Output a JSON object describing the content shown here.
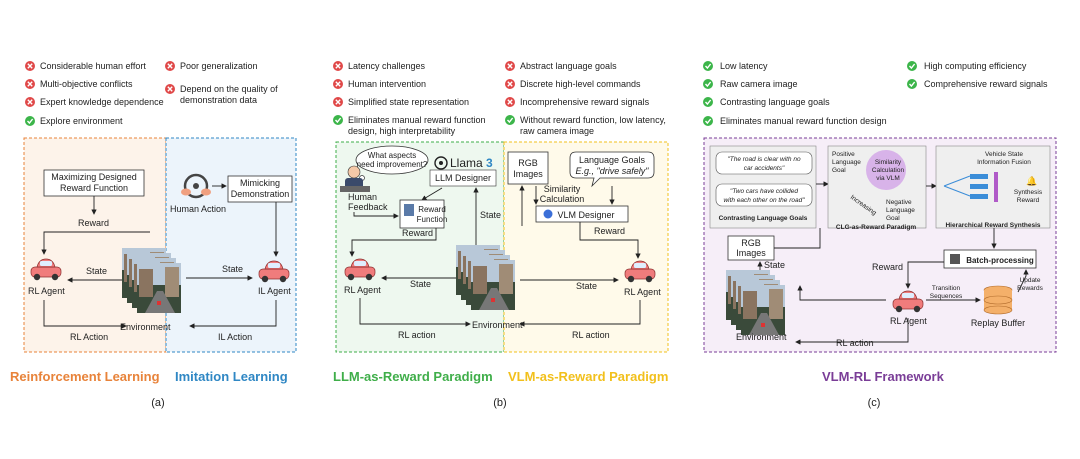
{
  "colors": {
    "red": "#e04848",
    "green": "#3cb54a",
    "rl": "#e8833a",
    "il": "#2f87c4",
    "llm": "#3fae49",
    "vlm": "#f2c01c",
    "vlmrl": "#7a3d97",
    "car": "#f07c7c"
  },
  "panel_a": {
    "items_left": [
      {
        "icon": "red-x",
        "text": "Considerable human effort"
      },
      {
        "icon": "red-x",
        "text": "Multi-objective conflicts"
      },
      {
        "icon": "red-x",
        "text": "Expert knowledge dependence"
      },
      {
        "icon": "green-check",
        "text": "Explore environment"
      }
    ],
    "items_right": [
      {
        "icon": "red-x",
        "text": "Poor generalization"
      },
      {
        "icon": "red-x",
        "lines": [
          "Depend on the quality of",
          "demonstration data"
        ]
      }
    ],
    "reward_fn": [
      "Maximizing Designed",
      "Reward Function"
    ],
    "reward": "Reward",
    "state_left": "State",
    "rl_agent": "RL Agent",
    "rl_action": "RL Action",
    "environment": "Environment",
    "human_action": "Human Action",
    "mimic": [
      "Mimicking",
      "Demonstration"
    ],
    "state_right": "State",
    "il_agent": "IL Agent",
    "il_action": "IL Action",
    "title_rl": "Reinforcement Learning",
    "title_il": "Imitation Learning",
    "caption": "(a)"
  },
  "panel_b": {
    "items_left": [
      {
        "icon": "red-x",
        "text": "Latency challenges"
      },
      {
        "icon": "red-x",
        "text": "Human intervention"
      },
      {
        "icon": "red-x",
        "text": "Simplified state representation"
      },
      {
        "icon": "green-check",
        "lines": [
          "Eliminates manual reward function",
          "design, high interpretability"
        ]
      }
    ],
    "items_right": [
      {
        "icon": "red-x",
        "text": "Abstract language goals"
      },
      {
        "icon": "red-x",
        "text": "Discrete high-level commands"
      },
      {
        "icon": "red-x",
        "text": "Incomprehensive reward signals"
      },
      {
        "icon": "green-check",
        "lines": [
          "Without reward function, low latency,",
          "raw camera image"
        ]
      }
    ],
    "bubble": [
      "What aspects",
      "need improvement?"
    ],
    "llama": "Llama",
    "llama_num": "3",
    "llm_designer": "LLM Designer",
    "human_feedback": [
      "Human",
      "Feedback"
    ],
    "reward_function": [
      "Reward",
      "Function"
    ],
    "state_vertical": "State",
    "reward": "Reward",
    "state": "State",
    "rl_agent": "RL Agent",
    "rl_action": "RL action",
    "environment": "Environment",
    "rgb": [
      "RGB",
      "Images"
    ],
    "lang_goals": [
      "Language Goals",
      "E.g., \"drive safely\""
    ],
    "similarity": [
      "Similarity",
      "Calculation"
    ],
    "vlm_designer": "VLM Designer",
    "reward_r": "Reward",
    "state_r": "State",
    "rl_agent_r": "RL Agent",
    "rl_action_r": "RL action",
    "title_llm": "LLM-as-Reward Paradigm",
    "title_vlm": "VLM-as-Reward Paradigm",
    "caption": "(b)"
  },
  "panel_c": {
    "items_left": [
      {
        "icon": "green-check",
        "text": "Low latency"
      },
      {
        "icon": "green-check",
        "text": "Raw camera image"
      },
      {
        "icon": "green-check",
        "text": "Contrasting language goals"
      },
      {
        "icon": "green-check",
        "text": "Eliminates manual reward function design"
      }
    ],
    "items_right": [
      {
        "icon": "green-check",
        "text": "High computing efficiency"
      },
      {
        "icon": "green-check",
        "text": "Comprehensive reward signals"
      }
    ],
    "quote1": [
      "\"The road is clear with no",
      "car accidents\""
    ],
    "quote2": [
      "\"Two cars have collided",
      "with each other on the road\""
    ],
    "clg_label": "Contrasting Language Goals",
    "positive": [
      "Positive",
      "Language",
      "Goal"
    ],
    "sim_vlm": [
      "Similarity",
      "Calculation",
      "via VLM"
    ],
    "increasing": "Increasing",
    "negative": [
      "Negative",
      "Language",
      "Goal"
    ],
    "clg_paradigm": "CLG-as-Reward Paradigm",
    "vehicle_state": [
      "Vehicle State",
      "Information Fusion"
    ],
    "synthesis": [
      "Synthesis",
      "Reward"
    ],
    "hier": "Hierarchical Reward Synthesis",
    "rgb": [
      "RGB",
      "Images"
    ],
    "state": "State",
    "reward": "Reward",
    "batch": "Batch-processing",
    "transition": [
      "Transition",
      "Sequences"
    ],
    "update": [
      "Update",
      "Rewards"
    ],
    "rl_agent": "RL Agent",
    "replay": "Replay Buffer",
    "environment": "Environment",
    "rl_action": "RL action",
    "title": "VLM-RL Framework",
    "caption": "(c)"
  }
}
